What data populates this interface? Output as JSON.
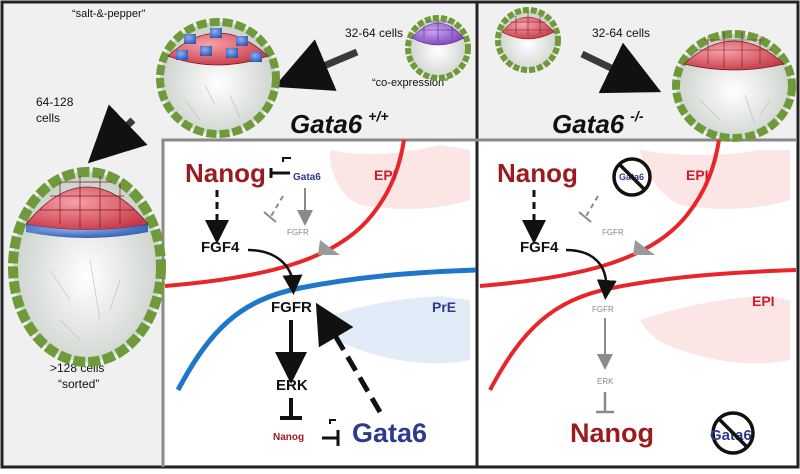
{
  "left": {
    "genotype_main": "Gata6",
    "genotype_sup": "+/+",
    "arrow_top_label": "32-64 cells",
    "coexpression_label": "“co-expression”",
    "salt_pepper_label": "“salt-&-pepper”",
    "arrow_left_label_1": "64-128",
    "arrow_left_label_2": "cells",
    "sorted_label_1": ">128 cells",
    "sorted_label_2": "“sorted”",
    "epi_label": "EPI",
    "pre_label": "PrE",
    "nanog_label": "Nanog",
    "gata6_small": "Gata6",
    "fgf4_label": "FGF4",
    "fgfr_small": "FGFR",
    "fgfr_label": "FGFR",
    "erk_label": "ERK",
    "nanog_small": "Nanog",
    "gata6_label": "Gata6"
  },
  "right": {
    "genotype_main": "Gata6",
    "genotype_sup": "-/-",
    "arrow_top_label": "32-64 cells",
    "epi_label_top": "EPI",
    "epi_label_bottom": "EPI",
    "nanog_label": "Nanog",
    "gata6_crossed_top": "Gata6",
    "fgf4_label": "FGF4",
    "fgfr_small_top": "FGFR",
    "fgfr_small": "FGFR",
    "erk_small": "ERK",
    "nanog_large": "Nanog",
    "gata6_crossed_bottom": "Gata6"
  },
  "colors": {
    "nanog_red": "#9b1b1f",
    "gata6_blue": "#2e3a8c",
    "epi_line": "#e8262a",
    "pre_line": "#1f77c9",
    "panel_gray": "#f0f0f0",
    "embryo_green": "#6f9a3a",
    "epi_cells": "#e0606a",
    "pre_cells": "#3560b8",
    "co_cells": "#8b5cc6"
  }
}
